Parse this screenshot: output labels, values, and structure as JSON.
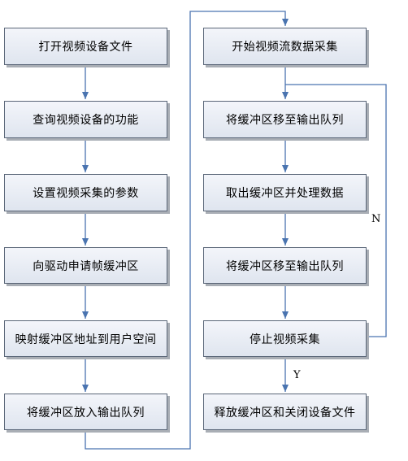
{
  "left_column": [
    "打开视频设备文件",
    "查询视频设备的功能",
    "设置视频采集的参数",
    "向驱动申请帧缓冲区",
    "映射缓冲区地址到用户空间",
    "将缓冲区放入输出队列"
  ],
  "right_column": [
    "开始视频流数据采集",
    "将缓冲区移至输出队列",
    "取出缓冲区并处理数据",
    "将缓冲区移至输出队列",
    "停止视频采集",
    "释放缓冲区和关闭设备文件"
  ],
  "labels": {
    "no": "N",
    "yes": "Y"
  },
  "colors": {
    "arrow": "#4a74b0",
    "box_border": "#5a6678"
  }
}
